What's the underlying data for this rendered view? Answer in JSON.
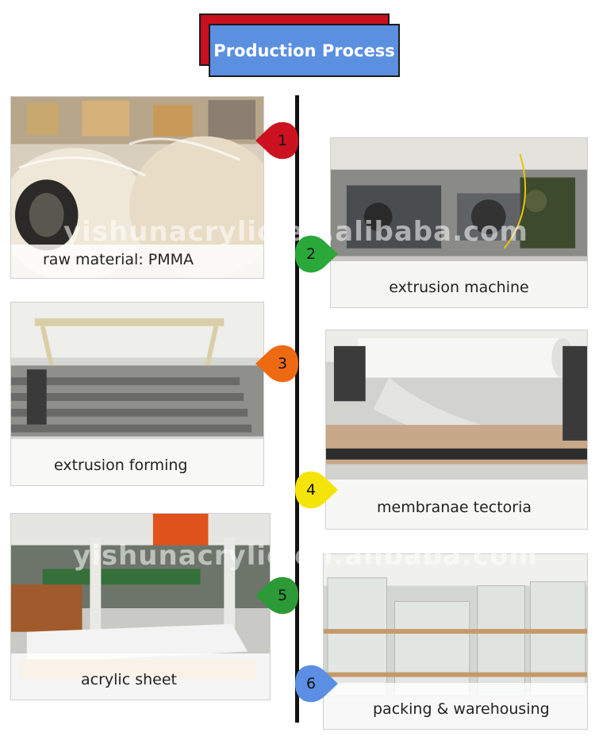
{
  "header": {
    "title": "Production Process"
  },
  "steps": [
    {
      "number": "1",
      "caption": "raw material: PMMA",
      "color": "#cc1220"
    },
    {
      "number": "2",
      "caption": "extrusion machine",
      "color": "#2aa83a"
    },
    {
      "number": "3",
      "caption": "extrusion forming",
      "color": "#ee6a12"
    },
    {
      "number": "4",
      "caption": "membranae tectoria",
      "color": "#f4e40a"
    },
    {
      "number": "5",
      "caption": "acrylic sheet",
      "color": "#2c9a36"
    },
    {
      "number": "6",
      "caption": "packing & warehousing",
      "color": "#5c8fe4"
    }
  ],
  "watermark": "yishunacrylic.en.alibaba.com"
}
